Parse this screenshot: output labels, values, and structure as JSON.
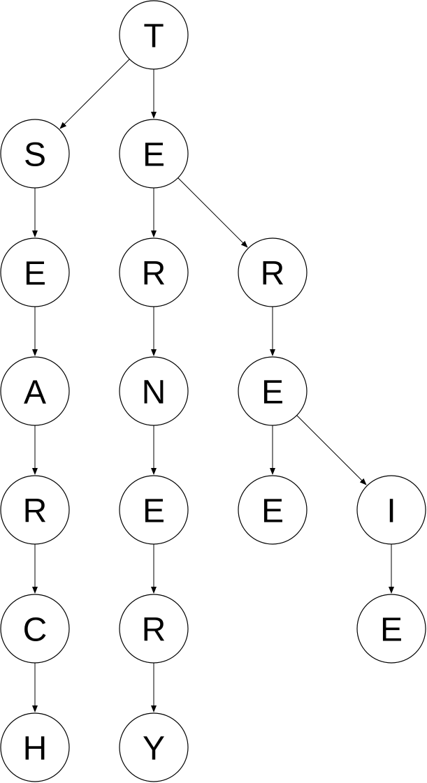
{
  "tree": {
    "nodes": [
      {
        "id": "n-root",
        "label": "T"
      },
      {
        "id": "n-s",
        "label": "S"
      },
      {
        "id": "n-e1",
        "label": "E"
      },
      {
        "id": "n-se",
        "label": "E"
      },
      {
        "id": "n-er",
        "label": "R"
      },
      {
        "id": "n-err",
        "label": "R"
      },
      {
        "id": "n-sea",
        "label": "A"
      },
      {
        "id": "n-ern",
        "label": "N"
      },
      {
        "id": "n-erre",
        "label": "E"
      },
      {
        "id": "n-sear",
        "label": "R"
      },
      {
        "id": "n-erne",
        "label": "E"
      },
      {
        "id": "n-erree",
        "label": "E"
      },
      {
        "id": "n-erri",
        "label": "I"
      },
      {
        "id": "n-searc",
        "label": "C"
      },
      {
        "id": "n-erner",
        "label": "R"
      },
      {
        "id": "n-errie",
        "label": "E"
      },
      {
        "id": "n-search",
        "label": "H"
      },
      {
        "id": "n-ernery",
        "label": "Y"
      }
    ],
    "edges": [
      {
        "from": "n-root",
        "to": "n-s"
      },
      {
        "from": "n-root",
        "to": "n-e1"
      },
      {
        "from": "n-s",
        "to": "n-se"
      },
      {
        "from": "n-se",
        "to": "n-sea"
      },
      {
        "from": "n-sea",
        "to": "n-sear"
      },
      {
        "from": "n-sear",
        "to": "n-searc"
      },
      {
        "from": "n-searc",
        "to": "n-search"
      },
      {
        "from": "n-e1",
        "to": "n-er"
      },
      {
        "from": "n-e1",
        "to": "n-err"
      },
      {
        "from": "n-er",
        "to": "n-ern"
      },
      {
        "from": "n-ern",
        "to": "n-erne"
      },
      {
        "from": "n-erne",
        "to": "n-erner"
      },
      {
        "from": "n-erner",
        "to": "n-ernery"
      },
      {
        "from": "n-err",
        "to": "n-erre"
      },
      {
        "from": "n-erre",
        "to": "n-erree"
      },
      {
        "from": "n-erre",
        "to": "n-erri"
      },
      {
        "from": "n-erri",
        "to": "n-errie"
      }
    ]
  }
}
